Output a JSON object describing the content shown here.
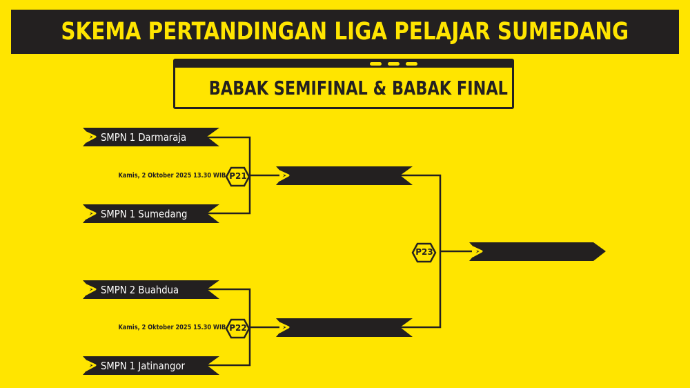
{
  "header": {
    "title": "SKEMA PERTANDINGAN LIGA PELAJAR SUMEDANG"
  },
  "round": {
    "title": "BABAK SEMIFINAL & BABAK FINAL"
  },
  "semifinal_1": {
    "team_top": "SMPN 1 Darmaraja",
    "team_bottom": "SMPN 1 Sumedang",
    "schedule": "Kamis, 2 Oktober 2025 13.30 WIB",
    "match_code": "P21"
  },
  "semifinal_2": {
    "team_top": "SMPN 2 Buahdua",
    "team_bottom": "SMPN 1 Jatinangor",
    "schedule": "Kamis, 2 Oktober 2025 15.30 WIB",
    "match_code": "P22"
  },
  "final": {
    "match_code": "P23"
  },
  "colors": {
    "background": "#FFE500",
    "dark": "#232020",
    "text_light": "#FFFFFF"
  }
}
